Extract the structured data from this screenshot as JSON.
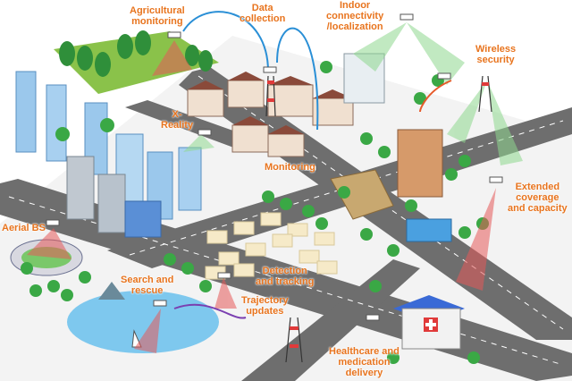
{
  "labels": {
    "agricultural": "Agricultural\nmonitoring",
    "data_collection": "Data\ncollection",
    "indoor": "Indoor\nconnectivity\n/localization",
    "wireless": "Wireless\nsecurity",
    "xreality": "X-\nReality",
    "monitoring": "Monitoring",
    "extended": "Extended\ncoverage\nand capacity",
    "aerial_bs": "Aerial BS",
    "search": "Search and\nrescue",
    "detection": "Detection\nand tracking",
    "trajectory": "Trajectory\nupdates",
    "healthcare": "Healthcare and\nmedication\ndelivery"
  },
  "colors": {
    "label": "#e8741e",
    "road": "#6b6b6b",
    "grass": "#f2f2f2",
    "tree": "#3aa845",
    "beam_red": "#e65a5a",
    "beam_green": "#8fd88f",
    "link_blue": "#2a8fd6",
    "link_purple": "#7a3fb0",
    "water": "#7ec8ee"
  }
}
